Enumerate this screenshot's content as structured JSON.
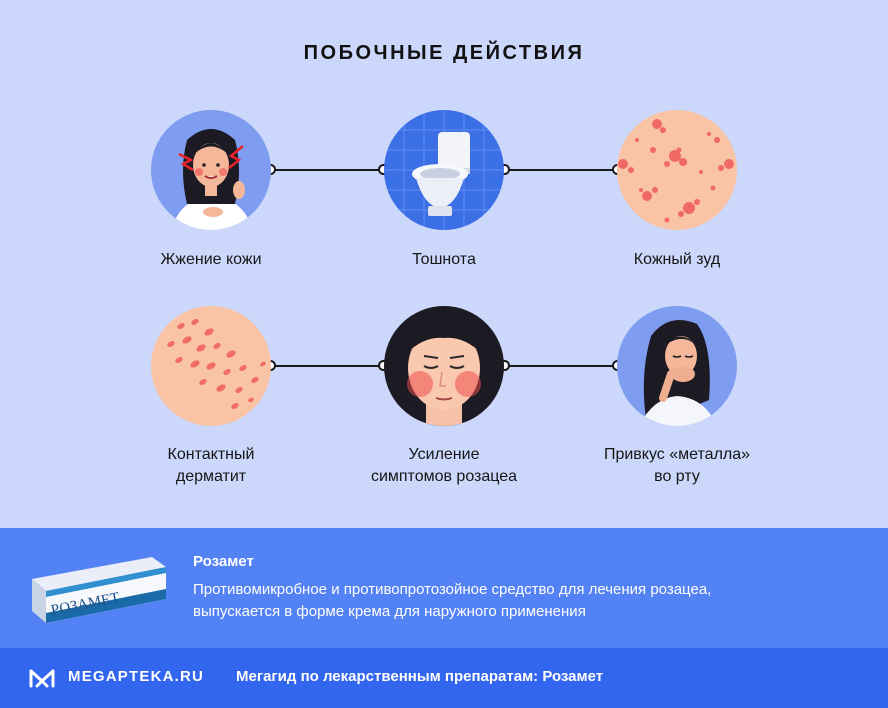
{
  "header": {
    "title": "ПОБОЧНЫЕ ДЕЙСТВИЯ"
  },
  "effects": [
    {
      "label": "Жжение кожи",
      "icon": "woman-burning-skin-icon"
    },
    {
      "label": "Тошнота",
      "icon": "toilet-icon"
    },
    {
      "label": "Кожный зуд",
      "icon": "itchy-skin-rash-icon"
    },
    {
      "label": "Контактный дерматит",
      "line1": "Контактный",
      "line2": "дерматит",
      "icon": "dermatitis-rash-icon"
    },
    {
      "label": "Усиление симптомов розацеа",
      "line1": "Усиление",
      "line2": "симптомов розацеа",
      "icon": "rosacea-face-icon"
    },
    {
      "label": "Привкус «металла» во рту",
      "line1": "Привкус «металла»",
      "line2": "во рту",
      "icon": "woman-nauseous-icon"
    }
  ],
  "product": {
    "name": "Розамет",
    "description_line1": "Противомикробное и противопротозойное средство для лечения розацеа,",
    "description_line2": "выпускается в форме крема для наружного применения",
    "package_text": "РОЗАМЕТ"
  },
  "footer": {
    "brand": "MEGAPTEKA.RU",
    "text": "Мегагид по лекарственным препаратам: Розамет"
  },
  "colors": {
    "background": "#ccd8fb",
    "product_band": "#5382f5",
    "footer_band": "#3366ee",
    "connector": "#1a1a1a"
  }
}
